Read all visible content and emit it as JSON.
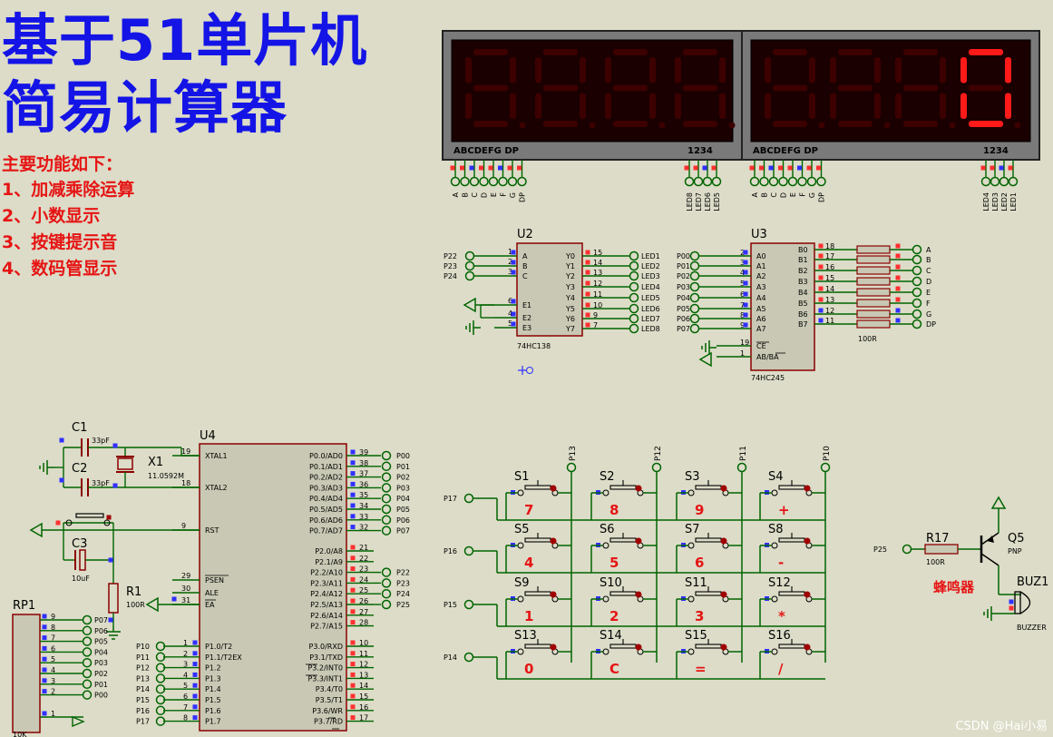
{
  "title": {
    "line1": "基于51单片机",
    "line2": "简易计算器"
  },
  "features": {
    "heading": "主要功能如下：",
    "items": [
      "1、加减乘除运算",
      "2、小数显示",
      "3、按键提示音",
      "4、数码管显示"
    ]
  },
  "display": {
    "left_seg_label": "ABCDEFG  DP",
    "left_digit_label": "1234",
    "right_seg_label": "ABCDEFG  DP",
    "right_digit_label": "1234",
    "shown_digit": "0",
    "left_seg_pins": [
      "A",
      "B",
      "C",
      "D",
      "E",
      "F",
      "G",
      "DP"
    ],
    "left_digit_pins": [
      "LED8",
      "LED7",
      "LED6",
      "LED5"
    ],
    "right_seg_pins": [
      "A",
      "B",
      "C",
      "D",
      "E",
      "F",
      "G",
      "DP"
    ],
    "right_digit_pins": [
      "LED4",
      "LED3",
      "LED2",
      "LED1"
    ]
  },
  "u2": {
    "ref": "U2",
    "part": "74HC138",
    "left_pins": [
      {
        "num": "1",
        "name": "A",
        "net": "P22"
      },
      {
        "num": "2",
        "name": "B",
        "net": "P23"
      },
      {
        "num": "3",
        "name": "C",
        "net": "P24"
      },
      {
        "num": "6",
        "name": "E1",
        "net": ""
      },
      {
        "num": "4",
        "name": "E2",
        "net": ""
      },
      {
        "num": "5",
        "name": "E3",
        "net": ""
      }
    ],
    "right_pins": [
      {
        "num": "15",
        "name": "Y0",
        "net": "LED1"
      },
      {
        "num": "14",
        "name": "Y1",
        "net": "LED2"
      },
      {
        "num": "13",
        "name": "Y2",
        "net": "LED3"
      },
      {
        "num": "12",
        "name": "Y3",
        "net": "LED4"
      },
      {
        "num": "11",
        "name": "Y4",
        "net": "LED5"
      },
      {
        "num": "10",
        "name": "Y5",
        "net": "LED6"
      },
      {
        "num": "9",
        "name": "Y6",
        "net": "LED7"
      },
      {
        "num": "7",
        "name": "Y7",
        "net": "LED8"
      }
    ]
  },
  "u3": {
    "ref": "U3",
    "part": "74HC245",
    "left_pins": [
      {
        "num": "2",
        "name": "A0",
        "net": "P00"
      },
      {
        "num": "3",
        "name": "A1",
        "net": "P01"
      },
      {
        "num": "4",
        "name": "A2",
        "net": "P02"
      },
      {
        "num": "5",
        "name": "A3",
        "net": "P03"
      },
      {
        "num": "6",
        "name": "A4",
        "net": "P04"
      },
      {
        "num": "7",
        "name": "A5",
        "net": "P05"
      },
      {
        "num": "8",
        "name": "A6",
        "net": "P06"
      },
      {
        "num": "9",
        "name": "A7",
        "net": "P07"
      }
    ],
    "ctrl_pins": [
      {
        "num": "19",
        "name": "CE"
      },
      {
        "num": "1",
        "name": "AB/BA"
      }
    ],
    "right_pins": [
      {
        "num": "18",
        "name": "B0",
        "net": "A"
      },
      {
        "num": "17",
        "name": "B1",
        "net": "B"
      },
      {
        "num": "16",
        "name": "B2",
        "net": "C"
      },
      {
        "num": "15",
        "name": "B3",
        "net": "D"
      },
      {
        "num": "14",
        "name": "B4",
        "net": "E"
      },
      {
        "num": "13",
        "name": "B5",
        "net": "F"
      },
      {
        "num": "12",
        "name": "B6",
        "net": "G"
      },
      {
        "num": "11",
        "name": "B7",
        "net": "DP"
      }
    ],
    "resistor": "100R"
  },
  "u4": {
    "ref": "U4",
    "left_pins": [
      {
        "num": "19",
        "name": "XTAL1"
      },
      {
        "num": "18",
        "name": "XTAL2"
      },
      {
        "num": "9",
        "name": "RST"
      },
      {
        "num": "29",
        "name": "PSEN"
      },
      {
        "num": "30",
        "name": "ALE"
      },
      {
        "num": "31",
        "name": "EA"
      }
    ],
    "p1_pins": [
      {
        "num": "1",
        "name": "P1.0/T2",
        "net": "P10"
      },
      {
        "num": "2",
        "name": "P1.1/T2EX",
        "net": "P11"
      },
      {
        "num": "3",
        "name": "P1.2",
        "net": "P12"
      },
      {
        "num": "4",
        "name": "P1.3",
        "net": "P13"
      },
      {
        "num": "5",
        "name": "P1.4",
        "net": "P14"
      },
      {
        "num": "6",
        "name": "P1.5",
        "net": "P15"
      },
      {
        "num": "7",
        "name": "P1.6",
        "net": "P16"
      },
      {
        "num": "8",
        "name": "P1.7",
        "net": "P17"
      }
    ],
    "p0_pins": [
      {
        "num": "39",
        "name": "P0.0/AD0",
        "net": "P00"
      },
      {
        "num": "38",
        "name": "P0.1/AD1",
        "net": "P01"
      },
      {
        "num": "37",
        "name": "P0.2/AD2",
        "net": "P02"
      },
      {
        "num": "36",
        "name": "P0.3/AD3",
        "net": "P03"
      },
      {
        "num": "35",
        "name": "P0.4/AD4",
        "net": "P04"
      },
      {
        "num": "34",
        "name": "P0.5/AD5",
        "net": "P05"
      },
      {
        "num": "33",
        "name": "P0.6/AD6",
        "net": "P06"
      },
      {
        "num": "32",
        "name": "P0.7/AD7",
        "net": "P07"
      }
    ],
    "p2_pins": [
      {
        "num": "21",
        "name": "P2.0/A8",
        "net": ""
      },
      {
        "num": "22",
        "name": "P2.1/A9",
        "net": ""
      },
      {
        "num": "23",
        "name": "P2.2/A10",
        "net": "P22"
      },
      {
        "num": "24",
        "name": "P2.3/A11",
        "net": "P23"
      },
      {
        "num": "25",
        "name": "P2.4/A12",
        "net": "P24"
      },
      {
        "num": "26",
        "name": "P2.5/A13",
        "net": "P25"
      },
      {
        "num": "27",
        "name": "P2.6/A14",
        "net": ""
      },
      {
        "num": "28",
        "name": "P2.7/A15",
        "net": ""
      }
    ],
    "p3_pins": [
      {
        "num": "10",
        "name": "P3.0/RXD"
      },
      {
        "num": "11",
        "name": "P3.1/TXD"
      },
      {
        "num": "12",
        "name": "P3.2/INT0"
      },
      {
        "num": "13",
        "name": "P3.3/INT1"
      },
      {
        "num": "14",
        "name": "P3.4/T0"
      },
      {
        "num": "15",
        "name": "P3.5/T1"
      },
      {
        "num": "16",
        "name": "P3.6/WR"
      },
      {
        "num": "17",
        "name": "P3.7/RD"
      }
    ]
  },
  "crystal": {
    "c1": "C1",
    "c1_val": "33pF",
    "c2": "C2",
    "c2_val": "33pF",
    "x1": "X1",
    "x1_val": "11.0592M",
    "c3": "C3",
    "c3_val": "10uF",
    "r1": "R1",
    "r1_val": "100R"
  },
  "rp1": {
    "ref": "RP1",
    "value": "10K",
    "pins": [
      {
        "num": "9",
        "net": "P07"
      },
      {
        "num": "8",
        "net": "P06"
      },
      {
        "num": "7",
        "net": "P05"
      },
      {
        "num": "6",
        "net": "P04"
      },
      {
        "num": "5",
        "net": "P03"
      },
      {
        "num": "4",
        "net": "P02"
      },
      {
        "num": "3",
        "net": "P01"
      },
      {
        "num": "2",
        "net": "P00"
      },
      {
        "num": "1",
        "net": ""
      }
    ]
  },
  "keypad": {
    "column_nets": [
      "P13",
      "P12",
      "P11",
      "P10"
    ],
    "row_nets": [
      "P17",
      "P16",
      "P15",
      "P14"
    ],
    "keys": [
      {
        "ref": "S1",
        "label": "7"
      },
      {
        "ref": "S2",
        "label": "8"
      },
      {
        "ref": "S3",
        "label": "9"
      },
      {
        "ref": "S4",
        "label": "+"
      },
      {
        "ref": "S5",
        "label": "4"
      },
      {
        "ref": "S6",
        "label": "5"
      },
      {
        "ref": "S7",
        "label": "6"
      },
      {
        "ref": "S8",
        "label": "-"
      },
      {
        "ref": "S9",
        "label": "1"
      },
      {
        "ref": "S10",
        "label": "2"
      },
      {
        "ref": "S11",
        "label": "3"
      },
      {
        "ref": "S12",
        "label": "*"
      },
      {
        "ref": "S13",
        "label": "0"
      },
      {
        "ref": "S14",
        "label": "C"
      },
      {
        "ref": "S15",
        "label": "="
      },
      {
        "ref": "S16",
        "label": "/"
      }
    ]
  },
  "buzzer": {
    "net": "P25",
    "r_ref": "R17",
    "r_val": "100R",
    "q_ref": "Q5",
    "q_type": "PNP",
    "buz_ref": "BUZ1",
    "buz_part": "BUZZER",
    "label": "蜂鸣器"
  },
  "watermark": "CSDN @Hai小易",
  "colors": {
    "background": "#dcdcc8",
    "wire": "#006400",
    "part_outline": "#8b0000",
    "part_fill": "#c8c8b4",
    "title": "#1414e6",
    "annotation": "#e61414",
    "segment_on": "#ff1a1a",
    "segment_off": "#3c0000"
  }
}
